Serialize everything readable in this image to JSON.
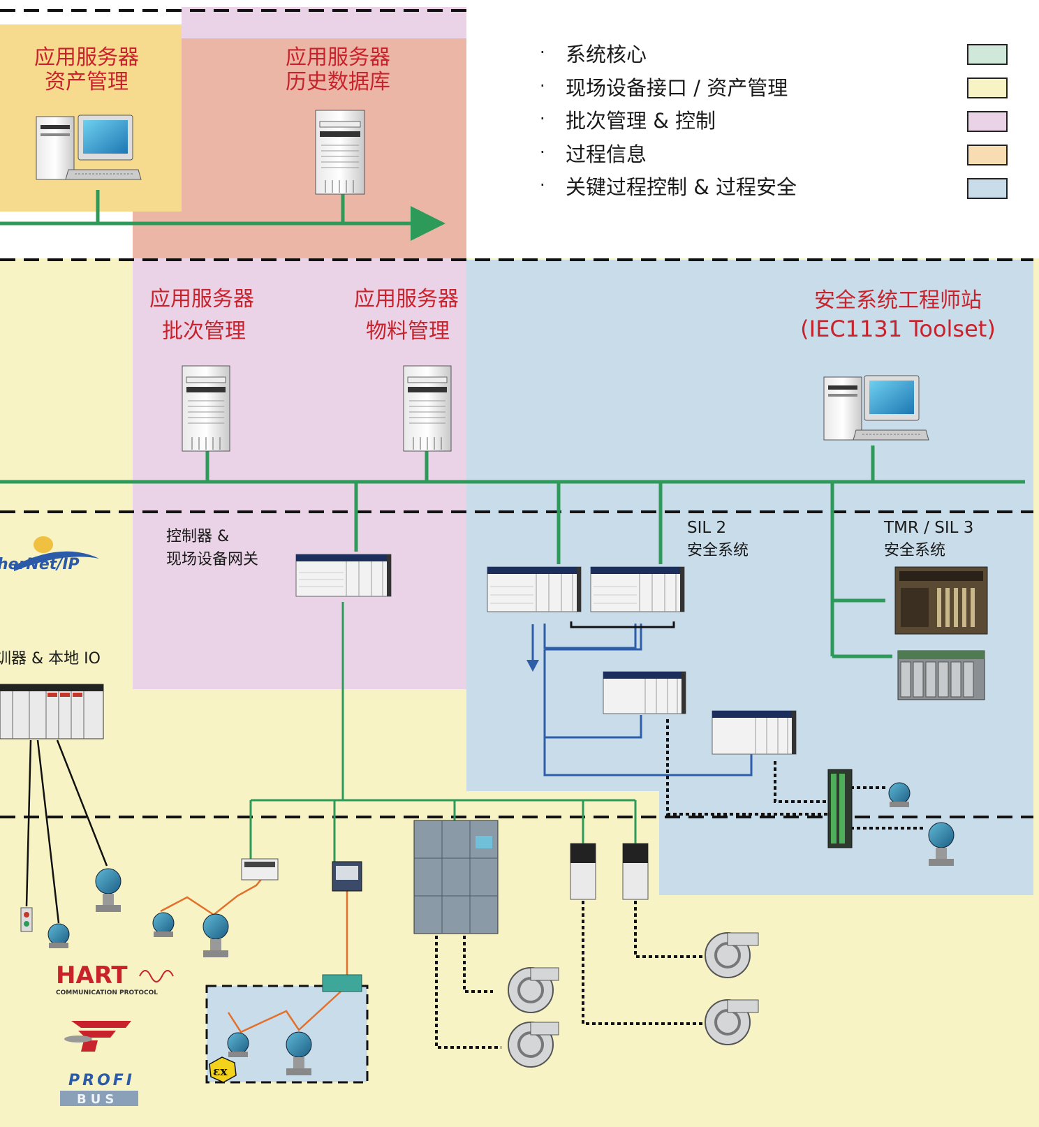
{
  "legend": {
    "items": [
      {
        "label": "系统核心",
        "color": "#cfe8d9"
      },
      {
        "label": "现场设备接口 / 资产管理",
        "color": "#f7f3c4"
      },
      {
        "label": "批次管理 & 控制",
        "color": "#ead3e6"
      },
      {
        "label": "过程信息",
        "color": "#f8dcb2"
      },
      {
        "label": "关键过程控制 & 过程安全",
        "color": "#c9dcea"
      }
    ]
  },
  "zones": {
    "asset_mgmt": "#f6da8e",
    "historian": "#ebb6a6",
    "batch": "#ead3e6",
    "safety": "#c9dcea",
    "field": "#f7f3c4"
  },
  "nodes": {
    "asset_server": {
      "line1": "应用服务器",
      "line2": "资产管理"
    },
    "historian_server": {
      "line1": "应用服务器",
      "line2": "历史数据库"
    },
    "batch_server": {
      "line1": "应用服务器",
      "line2": "批次管理"
    },
    "material_server": {
      "line1": "应用服务器",
      "line2": "物料管理"
    },
    "safety_station": {
      "line1": "安全系统工程师站",
      "line2": "(IEC1131 Toolset)"
    },
    "gateway": {
      "line1": "控制器  &",
      "line2": "现场设备网关"
    },
    "sil2": {
      "line1": "SIL 2",
      "line2": "安全系统"
    },
    "tmr": {
      "line1": "TMR / SIL 3",
      "line2": "安全系统"
    },
    "local_io": {
      "label": "训器  & 本地  IO"
    }
  },
  "logos": {
    "ethernet": "herNet/IP",
    "hart": "HART",
    "hart_sub": "COMMUNICATION PROTOCOL",
    "profi": "PROFI",
    "bus": "BUS",
    "ex": "εx"
  },
  "colors": {
    "network": "#2e9a5a",
    "blue_link": "#2f5ea8",
    "orange_link": "#e2702a",
    "title_red": "#c8232c"
  }
}
